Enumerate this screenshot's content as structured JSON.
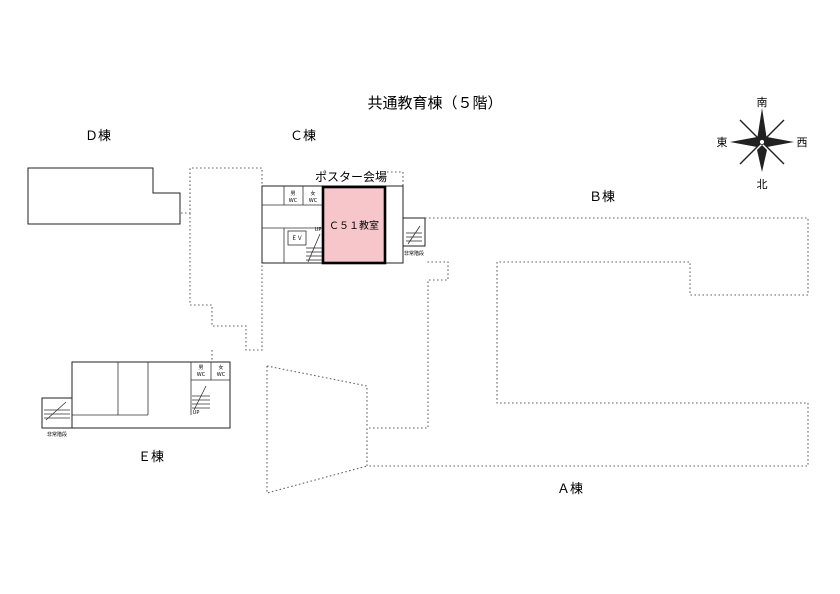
{
  "title": "共通教育棟（５階）",
  "buildings": {
    "A": "Ａ棟",
    "B": "Ｂ棟",
    "C": "Ｃ棟",
    "D": "Ｄ棟",
    "E": "Ｅ棟"
  },
  "poster_venue": "ポスター会場",
  "room": "Ｃ５１教室",
  "room_color": "#f7c6cb",
  "restroom": {
    "men": "男",
    "women": "女",
    "wc": "WC"
  },
  "elevator": "ＥＶ",
  "up": "UP",
  "emergency_stairs": "非常階段",
  "compass": {
    "south": "南",
    "north": "北",
    "east": "東",
    "west": "西"
  }
}
